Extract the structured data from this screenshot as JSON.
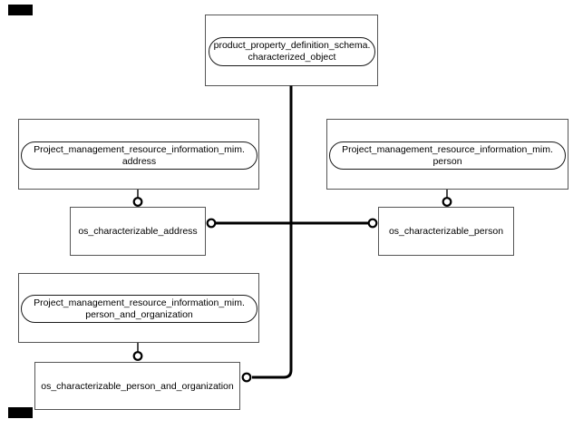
{
  "colors": {
    "background": "#ffffff",
    "connector": "#000000",
    "box_border": "#555555",
    "oval_border": "#1a1a1a",
    "text": "#000000",
    "page_marker": "#000000"
  },
  "nodes": {
    "referenced_schema": {
      "line1": "product_property_definition_schema.",
      "line2": "characterized_object"
    },
    "arm_address": {
      "line1": "Project_management_resource_information_mim.",
      "line2": "address"
    },
    "arm_person": {
      "line1": "Project_management_resource_information_mim.",
      "line2": "person"
    },
    "arm_person_and_organization": {
      "line1": "Project_management_resource_information_mim.",
      "line2": "person_and_organization"
    },
    "entity_address": {
      "label": "os_characterizable_address"
    },
    "entity_person": {
      "label": "os_characterizable_person"
    },
    "entity_person_and_organization": {
      "label": "os_characterizable_person_and_organization"
    }
  }
}
